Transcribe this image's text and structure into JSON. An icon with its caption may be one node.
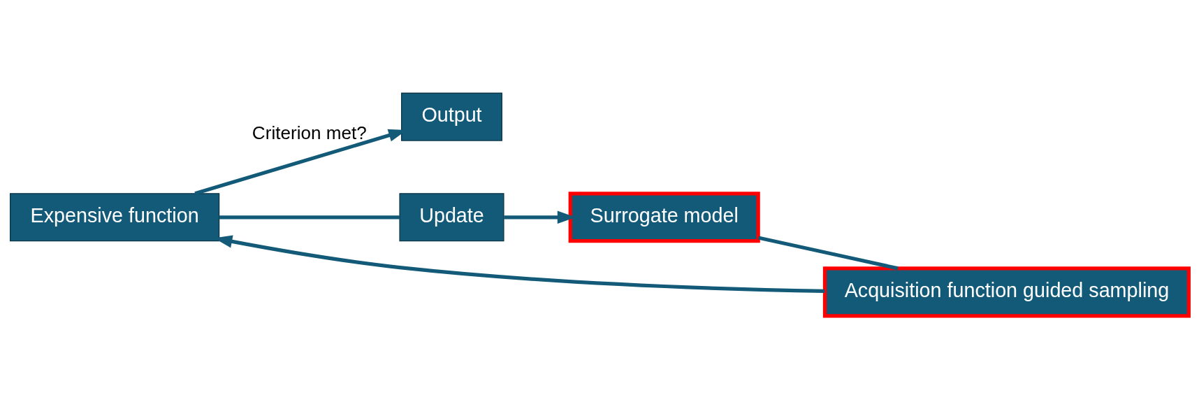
{
  "diagram": {
    "nodes": [
      {
        "text": [
          "Expensive function"
        ]
      },
      {
        "text": [
          "Output"
        ]
      },
      {
        "text": [
          "Acquisition function guided sampling"
        ]
      },
      {
        "text": [
          "Update"
        ]
      },
      {
        "text": [
          "Surrogate model"
        ]
      }
    ],
    "edges": [
      {
        "from": 2,
        "to": 0,
        "arrow": "to"
      },
      {
        "from": 0,
        "to": 1,
        "arrow": "to",
        "label": "Criterion met?"
      },
      {
        "from": 0,
        "to": 3,
        "arrow": "none"
      },
      {
        "from": 3,
        "to": 4,
        "arrow": "to"
      },
      {
        "from": 4,
        "to": 2,
        "arrow": "none"
      }
    ]
  }
}
